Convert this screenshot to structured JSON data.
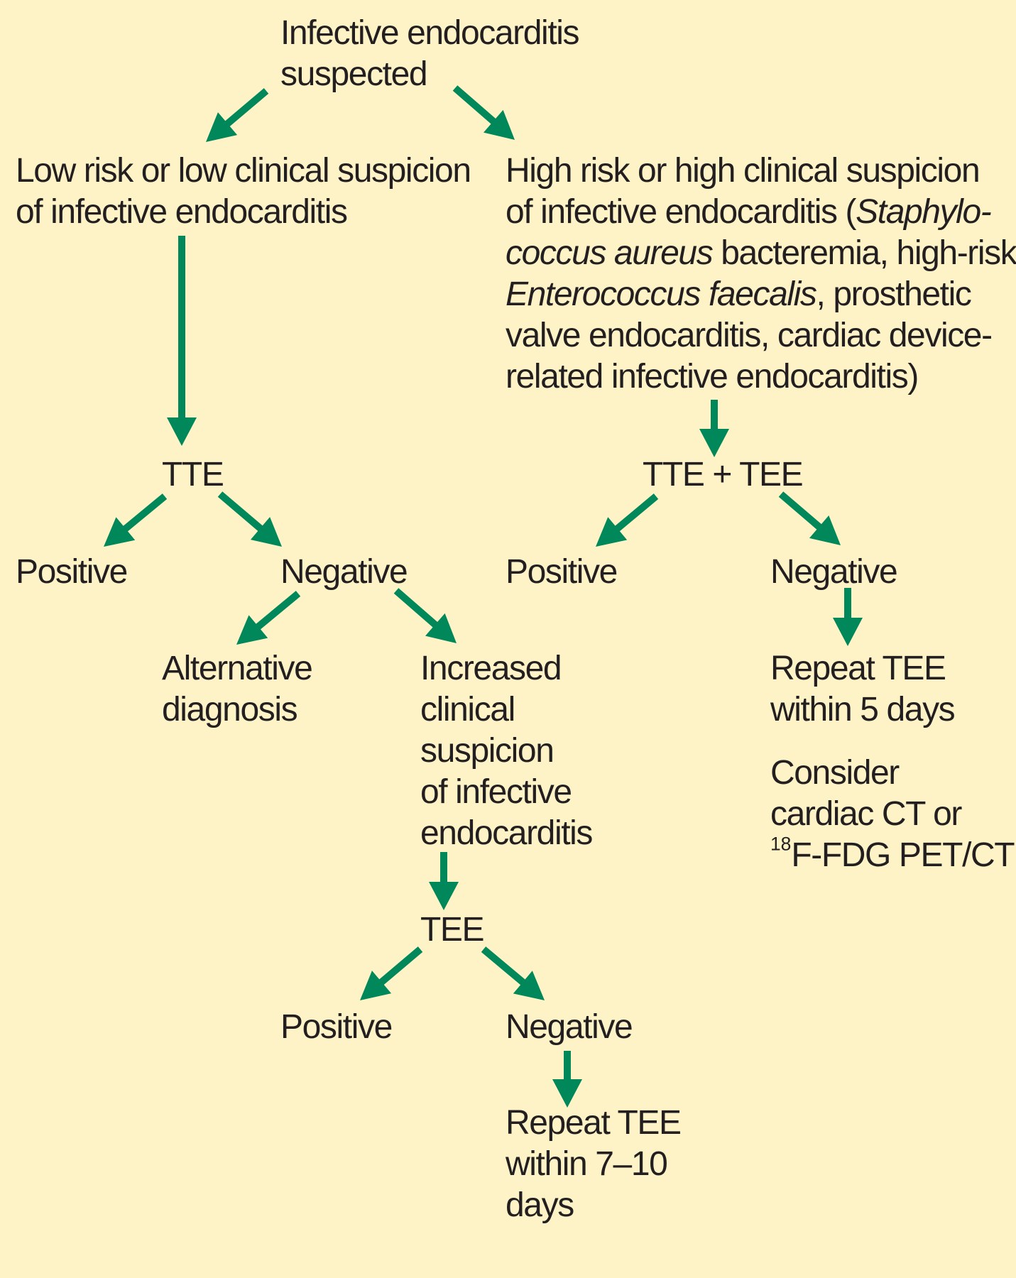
{
  "colors": {
    "background": "#fdf3c7",
    "arrow": "#00875a",
    "text": "#231f20"
  },
  "nodes": {
    "start": {
      "lines": [
        "Infective endocarditis",
        "suspected"
      ]
    },
    "low_risk": {
      "lines": [
        "Low risk or low clinical suspicion",
        "of infective endocarditis"
      ]
    },
    "high_risk": {
      "l1": "High risk or high clinical suspicion",
      "l2a": "of infective endocarditis (",
      "l2b": "Staphylo-",
      "l3a": "coccus aureus",
      "l3b": " bacteremia, high-risk",
      "l4a": "Enterococcus faecalis",
      "l4b": ", prosthetic",
      "l5": "valve endocarditis, cardiac device-",
      "l6": "related infective endocarditis)"
    },
    "tte": {
      "lines": [
        "TTE"
      ]
    },
    "tte_tee": {
      "lines": [
        "TTE + TEE"
      ]
    },
    "tte_positive": {
      "lines": [
        "Positive"
      ]
    },
    "tte_negative": {
      "lines": [
        "Negative"
      ]
    },
    "tte_tee_positive": {
      "lines": [
        "Positive"
      ]
    },
    "tte_tee_negative": {
      "lines": [
        "Negative"
      ]
    },
    "alternative_diagnosis": {
      "lines": [
        "Alternative",
        "diagnosis"
      ]
    },
    "increased_suspicion": {
      "lines": [
        "Increased",
        "clinical",
        "suspicion",
        "of infective",
        "endocarditis"
      ]
    },
    "repeat_tee_5": {
      "lines": [
        "Repeat TEE",
        "within 5 days"
      ]
    },
    "consider_ct": {
      "l1": "Consider",
      "l2": "cardiac CT or",
      "l3_sup": "18",
      "l3_rest": "F-FDG PET/CT"
    },
    "tee": {
      "lines": [
        "TEE"
      ]
    },
    "tee_positive": {
      "lines": [
        "Positive"
      ]
    },
    "tee_negative": {
      "lines": [
        "Negative"
      ]
    },
    "repeat_tee_7_10": {
      "lines": [
        "Repeat TEE",
        "within 7–10",
        "days"
      ]
    }
  }
}
